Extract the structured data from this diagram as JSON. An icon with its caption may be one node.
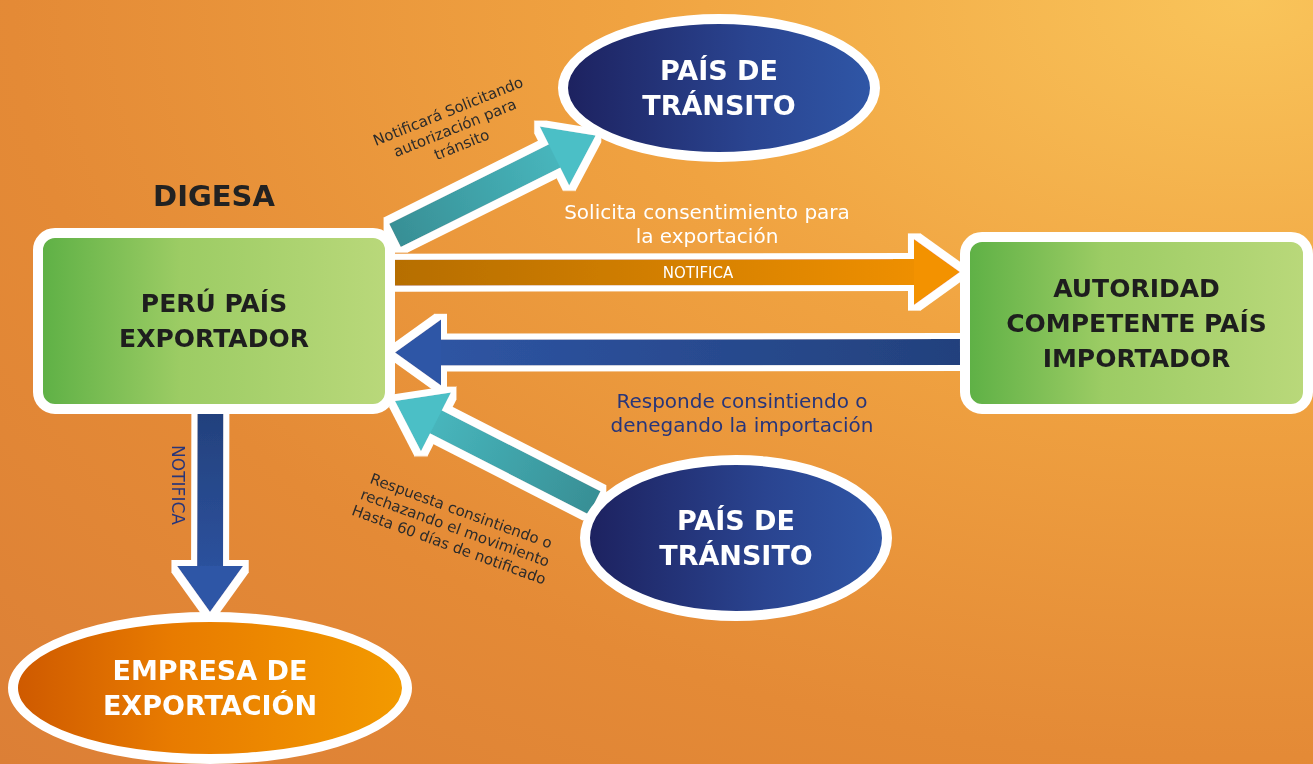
{
  "diagram": {
    "nodes": [
      {
        "text": [
          "DIGESA",
          "PERÚ PAÍS EXPORTADOR"
        ]
      },
      {
        "text": [
          "PAÍS DE TRÁNSITO"
        ]
      },
      {
        "text": [
          "AUTORIDAD COMPETENTE PAÍS IMPORTADOR"
        ]
      },
      {
        "text": [
          "PAÍS DE TRÁNSITO"
        ]
      },
      {
        "text": [
          "EMPRESA DE EXPORTACIÓN"
        ]
      }
    ],
    "edges": [
      {
        "from": 0,
        "to": 1,
        "arrow": "to",
        "label": "Notificará Solicitando autorización para tránsito",
        "color": "#4bbfc6"
      },
      {
        "from": 0,
        "to": 2,
        "arrow": "to",
        "label": "NOTIFICA",
        "color": "#f39200"
      },
      {
        "from": 2,
        "to": 0,
        "arrow": "to",
        "label": "Responde consintiendo o denegando la importación"
      },
      {
        "from": 3,
        "to": 0,
        "arrow": "to",
        "label": "Respuesta consintiendo o rechazando el movimiento Hasta 60 días de notificado",
        "color": "#4bbfc6"
      },
      {
        "from": 0,
        "to": 4,
        "arrow": "to",
        "label": "NOTIFICA"
      }
    ],
    "labels": [
      "Solicita consentimiento para la exportación"
    ]
  }
}
